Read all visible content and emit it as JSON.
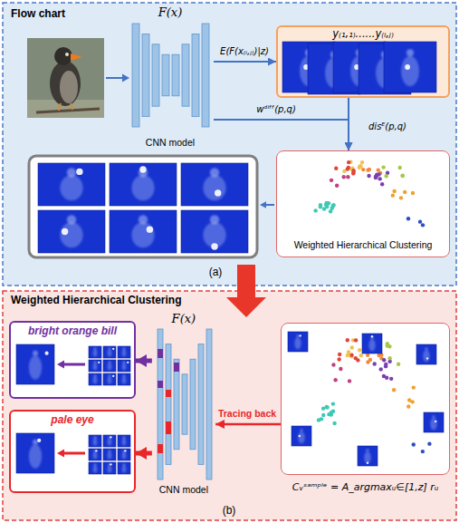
{
  "diagram": {
    "nodes": [
      {
        "text": [
          "Flow chart"
        ]
      },
      {
        "text": [
          "F(x)",
          "CNN model"
        ],
        "in": 0
      },
      {
        "text": [
          "y₍₁,₁₎......y₍ᵢ,ⱼ₎"
        ],
        "in": 0
      },
      {
        "text": [
          "Weighted Hierarchical Clustering"
        ],
        "in": 0
      },
      {
        "text": [
          "Weighted Hierarchical Clustering"
        ]
      },
      {
        "text": [
          "bright orange bill"
        ],
        "in": 4
      },
      {
        "text": [
          "pale eye"
        ],
        "in": 4
      },
      {
        "text": [
          "F(x)",
          "CNN model"
        ],
        "in": 4
      },
      {
        "text": [
          "Cᵥˢᵃᵐᵖˡᵉ = A_argmaxᵤ∈[1,z] rᵤ"
        ],
        "in": 4
      }
    ],
    "edges": [
      {
        "from": 1,
        "to": 2,
        "label": "E(F(x₍ᵢ,ⱼ₎)|z)",
        "arrow": "to"
      },
      {
        "from": 1,
        "to": 3,
        "label": "wᵈⁱᶠᶠ(p,q)",
        "arrow": "to"
      },
      {
        "from": 2,
        "to": 3,
        "label": "disᴱ(p,q)",
        "arrow": "to"
      },
      {
        "from": 8,
        "to": 7,
        "label": "Tracing back",
        "arrow": "to"
      },
      {
        "from": 7,
        "to": 5,
        "arrow": "to"
      },
      {
        "from": 7,
        "to": 6,
        "arrow": "to"
      }
    ],
    "labels": [
      "(a)",
      "(b)"
    ]
  }
}
